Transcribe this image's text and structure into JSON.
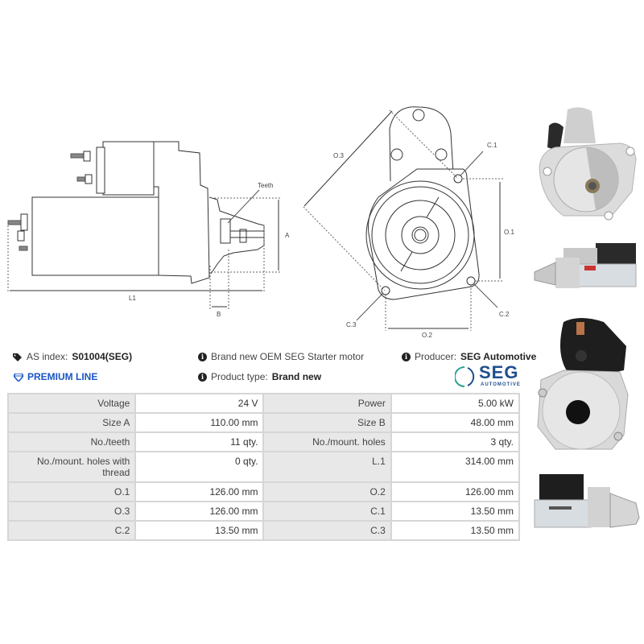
{
  "drawing_labels": {
    "teeth": "Teeth",
    "a": "A",
    "b": "B",
    "l1": "L1",
    "o1": "O.1",
    "o2": "O.2",
    "o3": "O.3",
    "c1": "C.1",
    "c2": "C.2",
    "c3": "C.3"
  },
  "info": {
    "as_index_label": "AS index:",
    "as_index_value": "S01004(SEG)",
    "description": "Brand new OEM SEG Starter motor",
    "producer_label": "Producer:",
    "producer_value": "SEG Automotive",
    "premium_line": "PREMIUM LINE",
    "product_type_label": "Product type:",
    "product_type_value": "Brand new"
  },
  "logo": {
    "name": "SEG",
    "subtitle": "AUTOMOTIVE",
    "color_brand": "#1f4f8f",
    "color_ring": "#2aa58f"
  },
  "specs": [
    [
      {
        "k": "Voltage",
        "v": "24 V"
      },
      {
        "k": "Power",
        "v": "5.00 kW"
      }
    ],
    [
      {
        "k": "Size A",
        "v": "110.00 mm"
      },
      {
        "k": "Size B",
        "v": "48.00 mm"
      }
    ],
    [
      {
        "k": "No./teeth",
        "v": "11 qty."
      },
      {
        "k": "No./mount. holes",
        "v": "3 qty."
      }
    ],
    [
      {
        "k": "No./mount. holes with thread",
        "v": "0 qty."
      },
      {
        "k": "L.1",
        "v": "314.00 mm"
      }
    ],
    [
      {
        "k": "O.1",
        "v": "126.00 mm"
      },
      {
        "k": "O.2",
        "v": "126.00 mm"
      }
    ],
    [
      {
        "k": "O.3",
        "v": "126.00 mm"
      },
      {
        "k": "C.1",
        "v": "13.50 mm"
      }
    ],
    [
      {
        "k": "C.2",
        "v": "13.50 mm"
      },
      {
        "k": "C.3",
        "v": "13.50 mm"
      }
    ]
  ],
  "colors": {
    "premium": "#1a55c4",
    "table_key_bg": "#e8e8e8",
    "table_border": "#d6d6d6"
  }
}
